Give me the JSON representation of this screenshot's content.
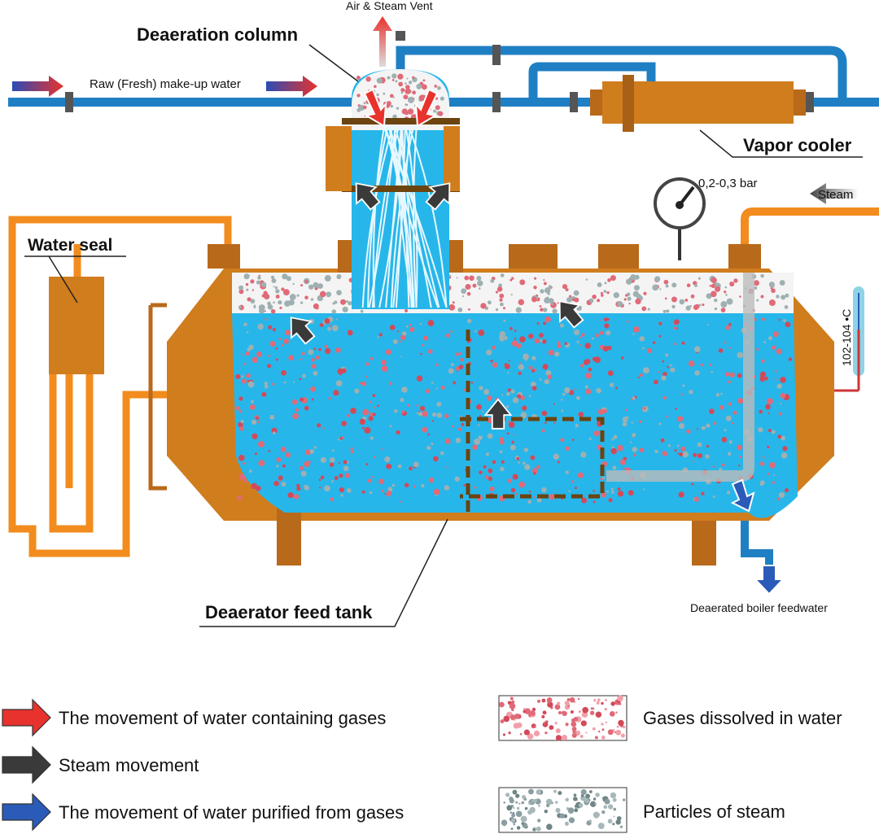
{
  "labels": {
    "vent": "Air & Steam Vent",
    "column": "Deaeration column",
    "raw_water": "Raw (Fresh) make-up water",
    "vapor_cooler": "Vapor cooler",
    "pressure": "0,2-0,3 bar",
    "steam": "Steam",
    "water_seal": "Water seal",
    "temperature": "102-104 •C",
    "feed_tank": "Deaerator feed tank",
    "feedwater": "Deaerated boiler feedwater"
  },
  "legend": {
    "items": [
      {
        "label": "The movement of water containing gases",
        "icon": "red-arrow",
        "color": "#e8322d"
      },
      {
        "label": "Steam movement",
        "icon": "dark-arrow",
        "color": "#3a3a3a"
      },
      {
        "label": "The movement of water purified from gases",
        "icon": "blue-arrow",
        "color": "#2a5bb8"
      }
    ],
    "swatches": [
      {
        "label": "Gases dissolved in water",
        "color": "#e06a78"
      },
      {
        "label": "Particles of steam",
        "color": "#8a9ea0"
      }
    ]
  },
  "colors": {
    "pipe_blue": "#1f7fc4",
    "water": "#27b6ea",
    "shell": "#d07d1e",
    "pipe_orange": "#f28c1e"
  }
}
